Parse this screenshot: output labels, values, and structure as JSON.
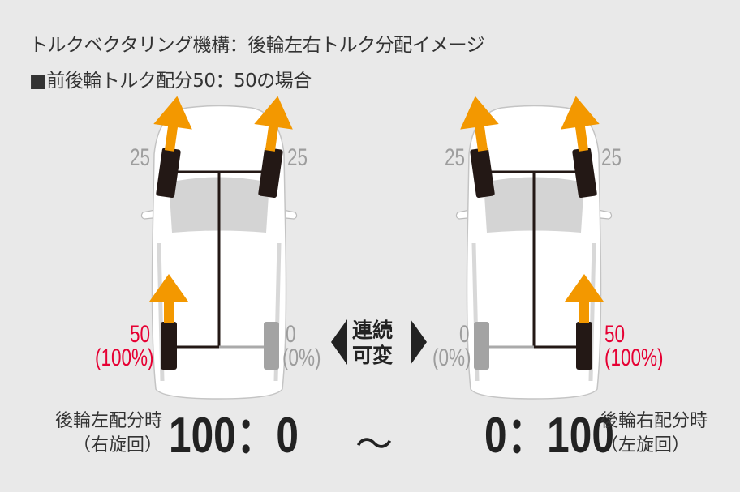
{
  "title": "トルクベクタリング機構：後輪左右トルク分配イメージ",
  "subtitle": "■前後輪トルク配分50：50の場合",
  "colors": {
    "arrow": "#f39800",
    "active": "#e60033",
    "inactive": "#9d9d9d",
    "tire": "#231815"
  },
  "left_car": {
    "front_left": "25",
    "front_right": "25",
    "rear_left": "50",
    "rear_left_pct": "(100%)",
    "rear_right": "0",
    "rear_right_pct": "(0%)",
    "caption_line1": "後輪左配分時",
    "caption_line2": "（右旋回）",
    "ratio": "100：0"
  },
  "right_car": {
    "front_left": "25",
    "front_right": "25",
    "rear_left": "0",
    "rear_left_pct": "(0%)",
    "rear_right": "50",
    "rear_right_pct": "(100%)",
    "caption_line1": "後輪右配分時",
    "caption_line2": "（左旋回）",
    "ratio": "0：100"
  },
  "center": {
    "line1": "連続",
    "line2": "可変",
    "tilde": "～"
  }
}
